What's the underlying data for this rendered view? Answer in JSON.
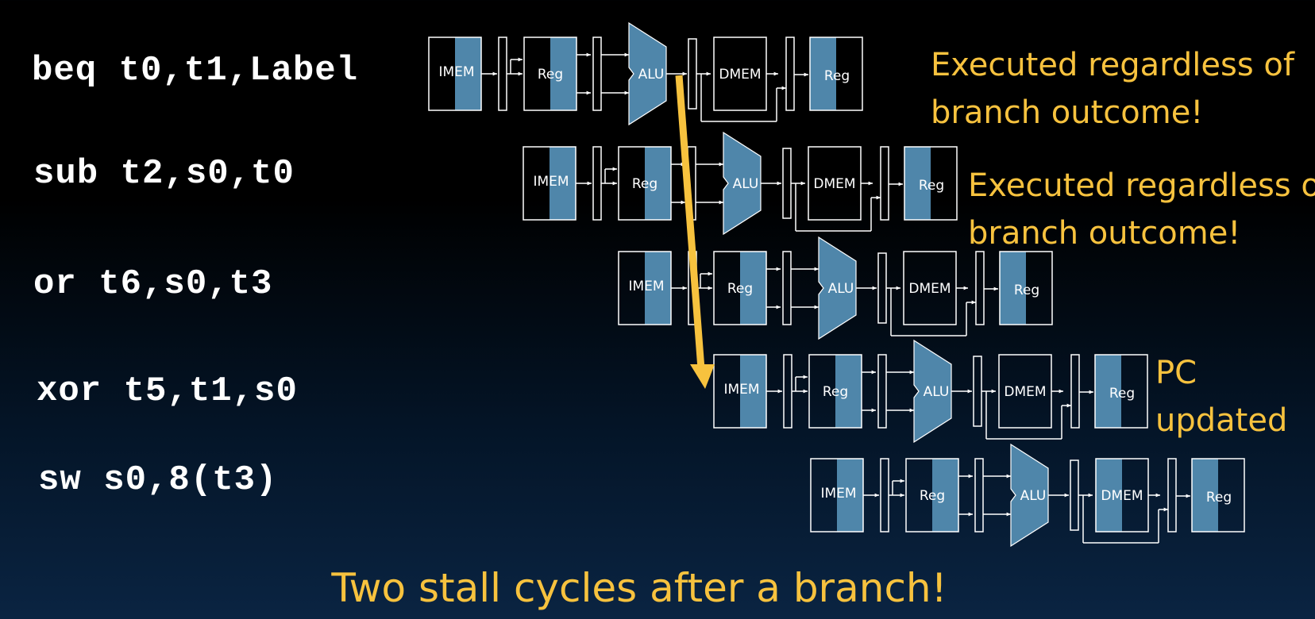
{
  "instructions": [
    {
      "text": "beq t0,t1,Label"
    },
    {
      "text": "sub t2,s0,t0"
    },
    {
      "text": "or t6,s0,t3"
    },
    {
      "text": "xor t5,t1,s0"
    },
    {
      "text": "sw s0,8(t3)"
    }
  ],
  "stage_labels": {
    "imem": "IMEM",
    "reg": "Reg",
    "alu": "ALU",
    "dmem": "DMEM",
    "reg_wb": "Reg"
  },
  "notes": {
    "note1": [
      "Executed regardless of",
      "branch outcome!"
    ],
    "note2": [
      "Executed regardless of",
      "branch outcome!"
    ],
    "note3": [
      "PC",
      "updated"
    ]
  },
  "caption": "Two stall cycles after a branch!",
  "colors": {
    "stage_fill": "#4f86aa",
    "accent": "#f7c23e",
    "line": "#ffffff"
  }
}
